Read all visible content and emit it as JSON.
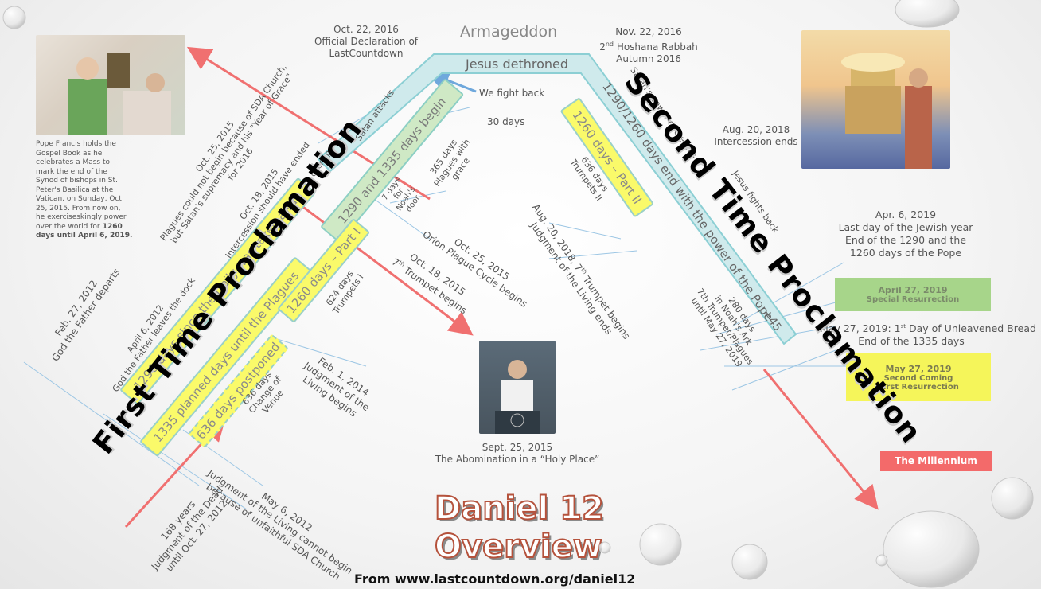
{
  "header": {
    "armageddon": "Armageddon",
    "jesus_dethroned": "Jesus dethroned",
    "we_fight_back": "We fight back",
    "thirty_days": "30 days",
    "oct22_date": "Oct. 22, 2016",
    "oct22_l1": "Official Declaration of",
    "oct22_l2": "LastCountdown",
    "nov22_date": "Nov. 22, 2016",
    "nov22_l1_num": "2",
    "nov22_l1_sup": "nd",
    "nov22_l1_rest": " Hoshana Rabbah",
    "nov22_l2": "Autumn 2016"
  },
  "left_photo_caption": {
    "l1": "Pope Francis holds the",
    "l2": "Gospel Book as he",
    "l3": "celebrates a Mass to",
    "l4": "mark the end of the",
    "l5": "Synod of bishops in St.",
    "l6": "Peter's Basilica at the",
    "l7": "Vatican, on Sunday, Oct",
    "l8": "25, 2015.  From now on,",
    "l9": "he exerciseskingly power",
    "l10": "over the world for",
    "bold1": " 1260",
    "bold2": "days until April 6, 2019."
  },
  "left_labels": {
    "oct25_2015": "Oct. 25, 2015",
    "plagues_not_begin": "Plagues could not begin because of SDA Church,",
    "satan_supremacy": "but Satan's supremacy and his \"Year of Grace\"",
    "for_2016": "for 2016",
    "oct18_2015": "Oct. 18, 2015",
    "intercession_ended": "Intercession should have ended",
    "satan_attacks": "Satan attacks",
    "overlap": "overlap",
    "feb27_2012": "Feb. 27, 2012",
    "god_father_departs": "God the Father departs",
    "apr6_2012": "April 6, 2012",
    "god_father_leaves_dock": "God the Father leaves the dock",
    "feb1_2014": "Feb. 1, 2014",
    "judgment_living": "Judgment of the",
    "living_begins": "Living begins",
    "days636_a": "636 days",
    "change_of": "Change of",
    "venue": "Venue",
    "years168": "168 years",
    "judgment_dead": "Judgment of the Dead",
    "until_oct27": "until Oct. 27, 2012",
    "may6_2012": "May 6, 2012",
    "judgment_cannot": "Judgment of the Living cannot begin",
    "because_unfaithful": "because of unfaithful SDA Church",
    "days624": "624 days",
    "trumpets1": "Trumpets I",
    "oct18_b": "Oct. 18, 2015",
    "trumpet7_begins": "7",
    "trumpet7_sup": "th",
    "trumpet7_rest": " Trumpet begins",
    "oct25_b": "Oct. 25, 2015",
    "orion_cycle": "Orion Plague Cycle begins",
    "days7": "7 days",
    "for_noah": "for",
    "noahs": "Noah's",
    "door": "door",
    "days365": "365 days",
    "plagues_with": "Plagues with",
    "grace": "grace"
  },
  "bands": {
    "band_1290_since": "1290 days since the Daily was taken away",
    "band_1335_planned": "1335 planned days until the Plagues",
    "band_636_postponed": "636 days postponed",
    "band_1290_1335_begin": "1290 and 1335 days begin",
    "band_1260_part1": "1260 days – Part I",
    "band_1260_part2": "1260 days – Part II",
    "band_1290_1260_end": "1290/1260 days end with the power of the Pope",
    "band_plus45": "+45"
  },
  "right_labels": {
    "satan_power": "Satan's power decreases",
    "aug20_2018": "Aug. 20, 2018",
    "intercession_ends": "Intercession ends",
    "jesus_fights_back": "Jesus fights back",
    "days636_b": "636 days",
    "trumpets2": "Trumpets II",
    "aug20_b": "Aug. 20, 2018, 7",
    "aug20_b_sup": "th",
    "aug20_b_rest": " Trumpet begins",
    "judgment_living_ends": "Judgment of the Living ends",
    "days280": "280 days",
    "in_noahs_ark": "in Noah's Ark",
    "trumpet7_plagues": "7th Trumpet/Plagues",
    "until_may27": "until May 27, 2019",
    "apr6_2019": "Apr. 6, 2019",
    "last_day": "Last day of the Jewish year",
    "end_1290": "End of the 1290 and the",
    "days1260_pope": "1260 days of the Pope",
    "apr27_2019": "April 27, 2019",
    "special_resurrection": "Special Resurrection",
    "may27_a": "May 27, 2019: 1",
    "may27_a_sup": "st",
    "may27_a_rest": " Day of Unleavened Bread",
    "end_1335": "End of the 1335 days",
    "may27_2019": "May 27, 2019",
    "second_coming": "Second Coming",
    "first_resurrection": "First Resurrection",
    "millennium": "The Millennium"
  },
  "center": {
    "sept25_date": "Sept. 25, 2015",
    "abomination": "The Abomination in a “Holy Place”"
  },
  "headlines": {
    "first_time": "First Time Proclamation",
    "second_time": "Second Time Proclamation"
  },
  "footer": {
    "title_line1": "Daniel 12",
    "title_line2": "Overview",
    "source": "From www.lastcountdown.org/daniel12"
  },
  "colors": {
    "arrow_red": "#f07070",
    "arrow_blue": "#6fa8dc",
    "band_yellow": "#fafa6a",
    "band_green": "#cfe9c5",
    "band_teal": "#cfeaec",
    "apr27_green": "#a7d58a",
    "may27_yellow": "#f5f55a",
    "millennium_red": "#f36a6a",
    "title_outline": "#b5523c"
  },
  "icons": {
    "pope_photo_left": "pope-holding-gospel-photo",
    "pope_photo_center": "pope-at-un-photo",
    "jesus_painting": "high-priest-sanctuary-painting",
    "water_drops": "water-droplet-decoration"
  }
}
